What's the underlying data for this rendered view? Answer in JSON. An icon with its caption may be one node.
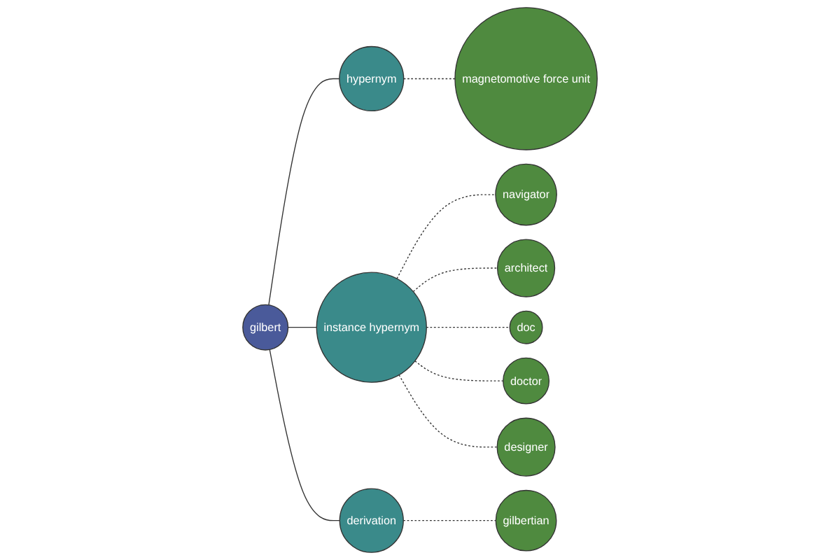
{
  "diagram": {
    "nodes": [
      {
        "text": [
          "doc"
        ]
      },
      {
        "text": [
          "architect"
        ]
      },
      {
        "text": [
          "navigator"
        ]
      },
      {
        "text": [
          "doctor"
        ]
      },
      {
        "text": [
          "instance hypernym"
        ]
      },
      {
        "text": [
          "magnetomotive force unit"
        ]
      },
      {
        "text": [
          "designer"
        ]
      },
      {
        "text": [
          "hypernym"
        ]
      },
      {
        "text": [
          "gilbert"
        ]
      },
      {
        "text": [
          "derivation"
        ]
      },
      {
        "text": [
          "gilbertian"
        ]
      }
    ],
    "edges": [
      {
        "from": 8,
        "to": 7,
        "arrow": "none"
      },
      {
        "from": 8,
        "to": 4,
        "arrow": "none"
      },
      {
        "from": 8,
        "to": 9,
        "arrow": "none"
      },
      {
        "from": 7,
        "to": 5,
        "arrow": "none",
        "style": "dashed"
      },
      {
        "from": 4,
        "to": 2,
        "arrow": "none",
        "style": "dashed"
      },
      {
        "from": 4,
        "to": 1,
        "arrow": "none",
        "style": "dashed"
      },
      {
        "from": 4,
        "to": 0,
        "arrow": "none",
        "style": "dashed"
      },
      {
        "from": 4,
        "to": 3,
        "arrow": "none",
        "style": "dashed"
      },
      {
        "from": 4,
        "to": 6,
        "arrow": "none",
        "style": "dashed"
      },
      {
        "from": 9,
        "to": 10,
        "arrow": "none",
        "style": "dashed"
      }
    ]
  }
}
